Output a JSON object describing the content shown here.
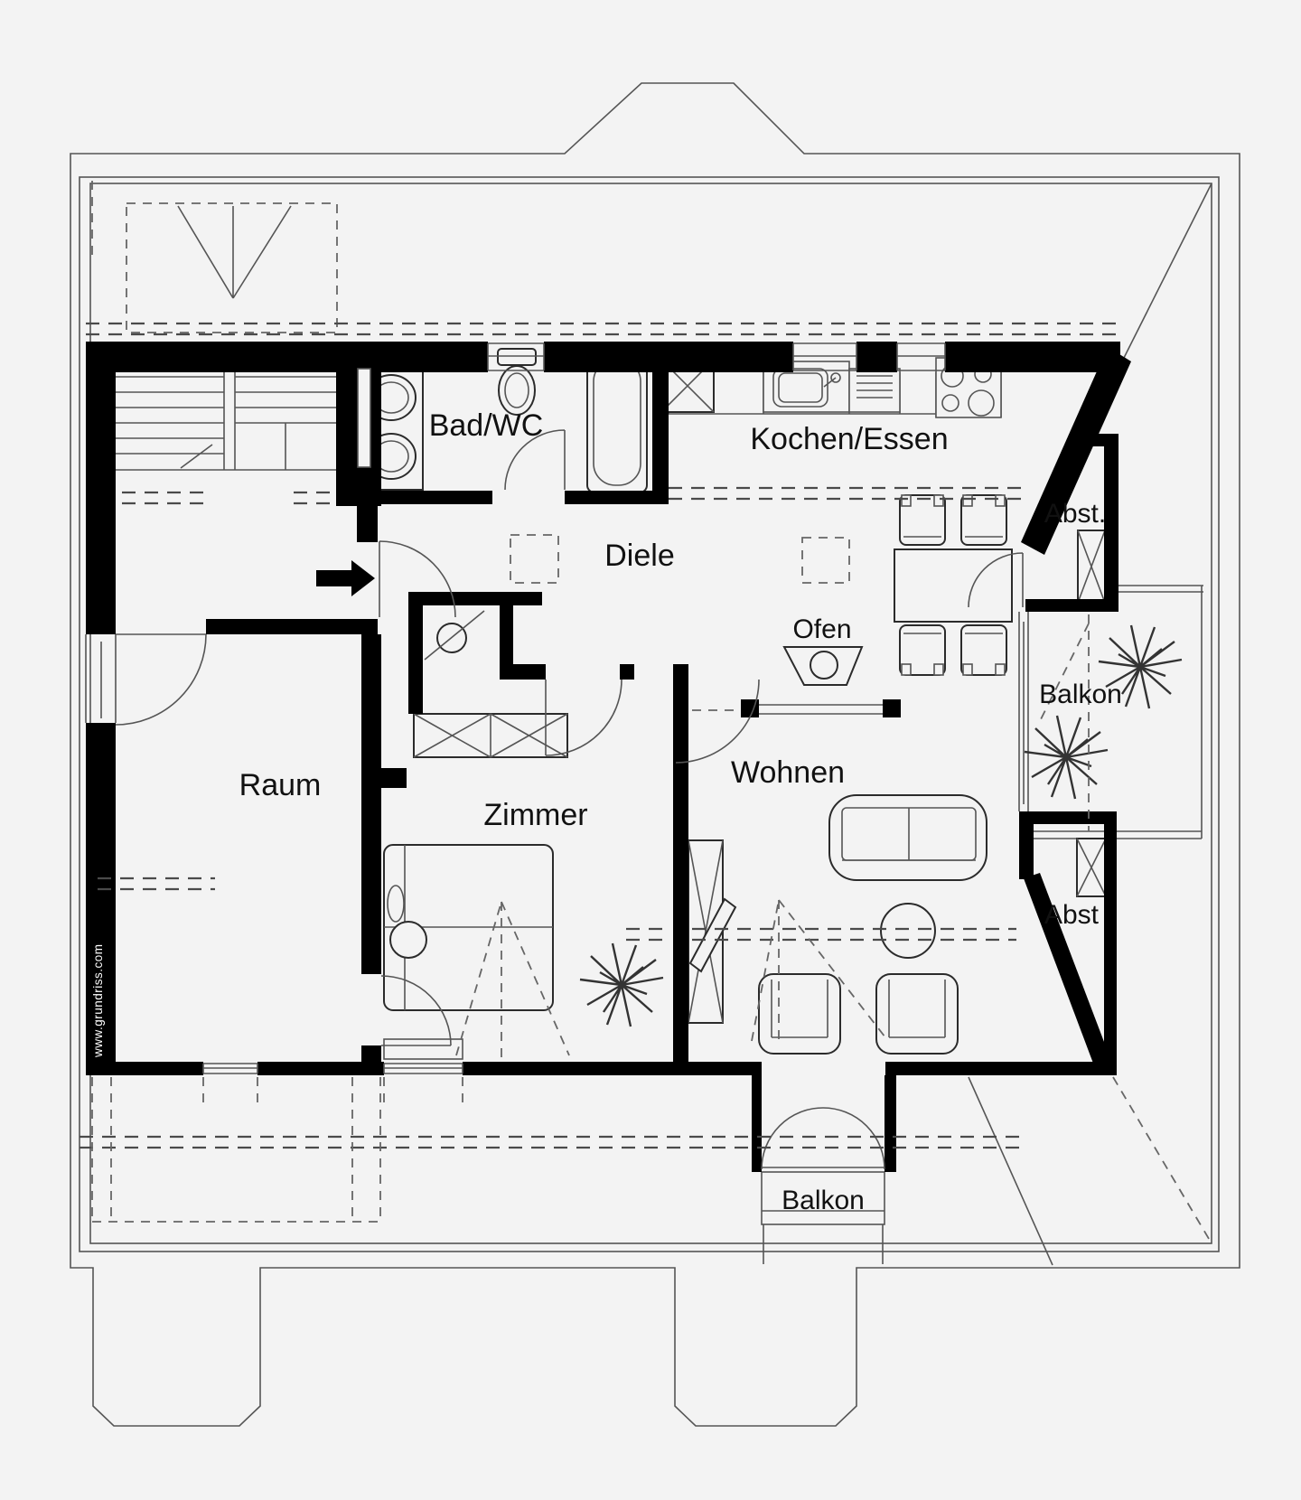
{
  "page": {
    "background": "#f3f3f3"
  },
  "colors": {
    "wall": "#000000",
    "line": "#2b2b2b",
    "dashed": "#4a4a4a",
    "text": "#111111",
    "watermark_text": "#ffffff"
  },
  "floor_plan": {
    "labels": {
      "bad_wc": "Bad/WC",
      "kochen_essen": "Kochen/Essen",
      "diele": "Diele",
      "ofen": "Ofen",
      "abst_right": "Abst.",
      "balkon_right": "Balkon",
      "wohnen": "Wohnen",
      "raum": "Raum",
      "zimmer": "Zimmer",
      "abst_bottom": "Abst",
      "balkon_bottom": "Balkon",
      "watermark": "www.grundriss.com"
    }
  }
}
